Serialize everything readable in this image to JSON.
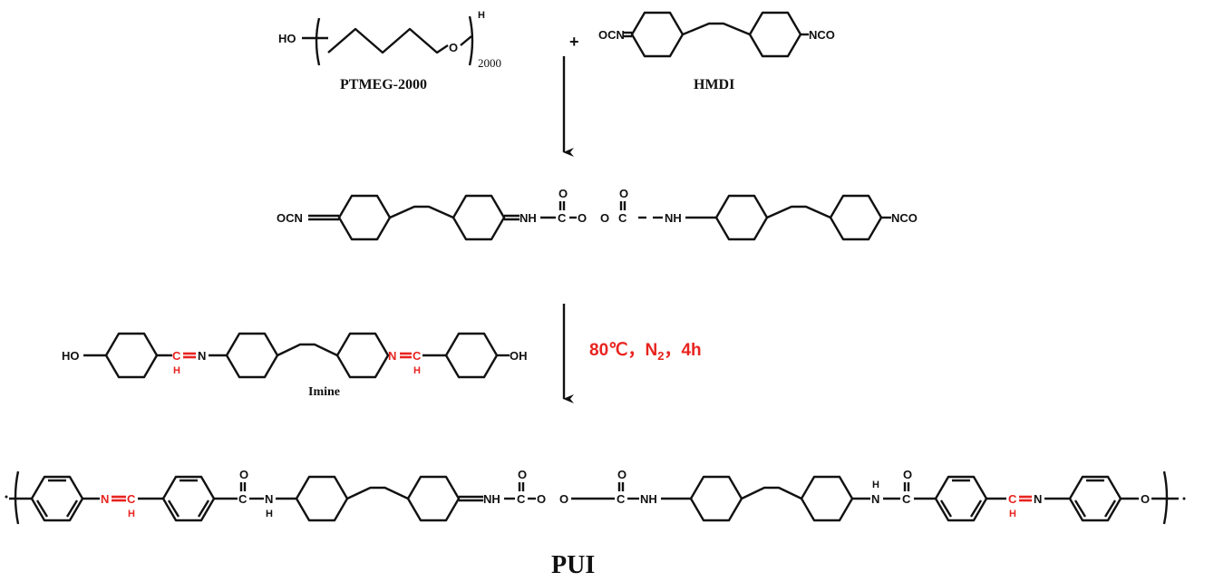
{
  "reactants": {
    "ptmeg": {
      "ho": "HO",
      "o": "O",
      "h": "H",
      "repeat": "2000",
      "label": "PTMEG-2000"
    },
    "plus": "+",
    "hmdi": {
      "left_group": "OCN",
      "right_group": "NCO",
      "label": "HMDI"
    }
  },
  "prepolymer": {
    "left_group": "OCN",
    "nh1": "NH",
    "c1": "C",
    "o1": "O",
    "o_carbonyl": "O",
    "o2": "O",
    "c2": "C",
    "nh2": "NH",
    "right_group": "NCO"
  },
  "imine": {
    "ho": "HO",
    "oh": "OH",
    "c": "C",
    "h": "H",
    "n": "N",
    "label": "Imine"
  },
  "conditions": {
    "temp": "80℃，N",
    "sub": "2",
    "time": "，4h"
  },
  "product": {
    "n": "N",
    "c": "C",
    "h": "H",
    "o": "O",
    "nh": "NH",
    "label": "PUI"
  },
  "colors": {
    "imine_bond": "#e8231f",
    "bonds": "#111111"
  }
}
